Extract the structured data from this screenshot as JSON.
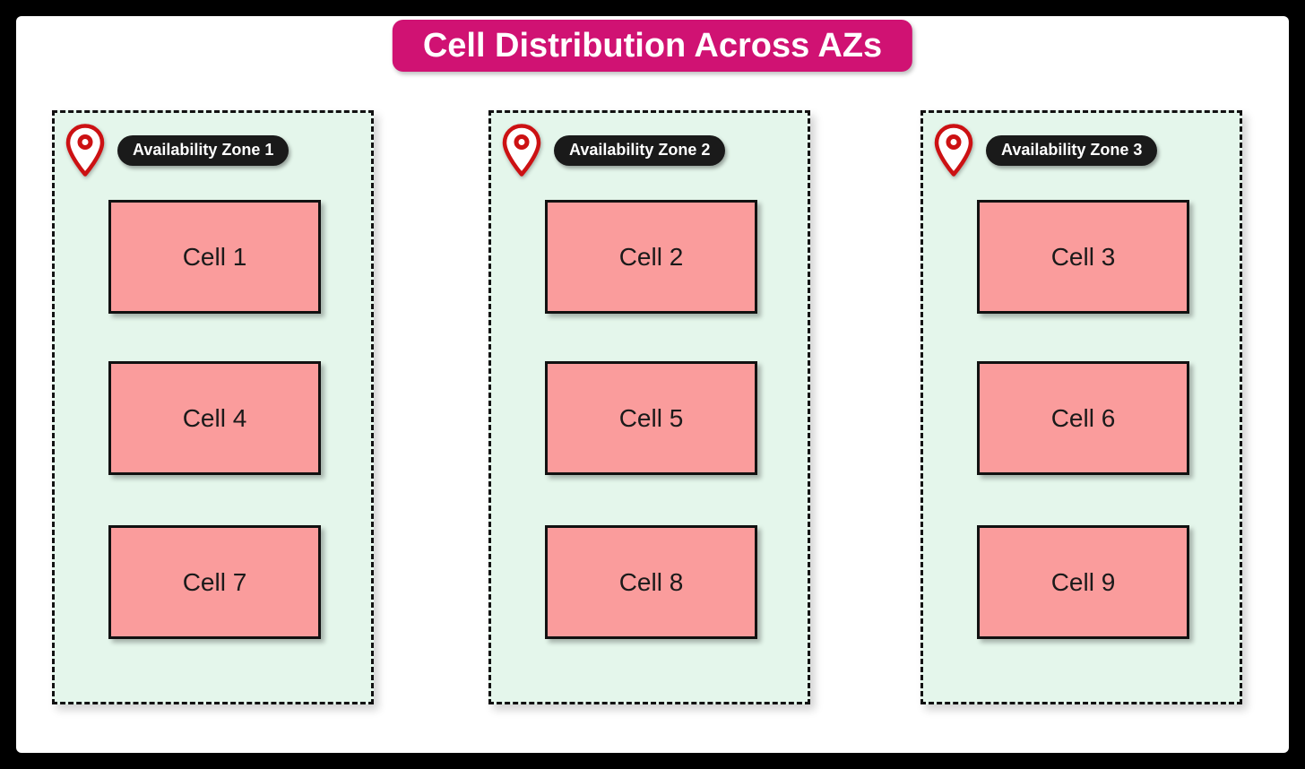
{
  "title": "Cell Distribution Across AZs",
  "zones": [
    {
      "label": "Availability Zone 1",
      "cells": [
        "Cell 1",
        "Cell 4",
        "Cell 7"
      ]
    },
    {
      "label": "Availability Zone 2",
      "cells": [
        "Cell 2",
        "Cell 5",
        "Cell 8"
      ]
    },
    {
      "label": "Availability Zone 3",
      "cells": [
        "Cell 3",
        "Cell 6",
        "Cell 9"
      ]
    }
  ],
  "icons": {
    "zone_marker": "location-pin-icon"
  },
  "colors": {
    "frame": "#000000",
    "canvas": "#ffffff",
    "title_bg": "#d01273",
    "title_text": "#ffffff",
    "zone_bg": "#e4f6eb",
    "zone_border": "#111111",
    "zone_label_bg": "#1a1a1a",
    "zone_label_text": "#ffffff",
    "cell_bg": "#fa9c9c",
    "cell_border": "#111111",
    "cell_text": "#1a1a1a",
    "pin_red": "#cc1113",
    "pin_fill": "#ffffff"
  }
}
